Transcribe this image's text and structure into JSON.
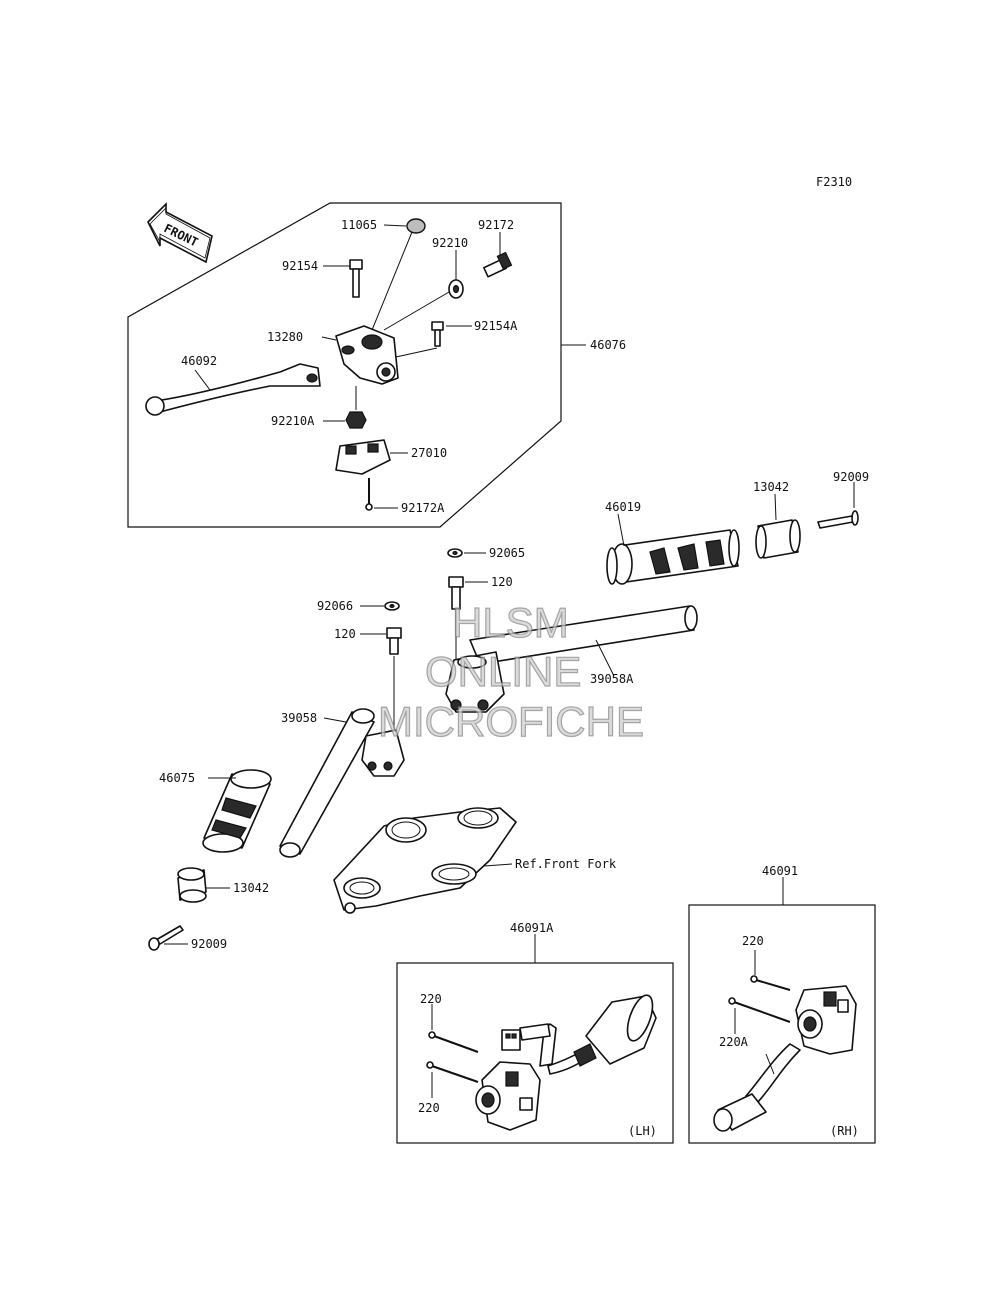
{
  "figure_code": "F2310",
  "front_arrow_text": "FRONT",
  "watermark": {
    "line1": "HLSM",
    "line2": "ONLINE",
    "line3": "MICROFICHE"
  },
  "callouts": {
    "p11065": "11065",
    "p92172": "92172",
    "p92210": "92210",
    "p92154": "92154",
    "p13280": "13280",
    "p92154A": "92154A",
    "p46076": "46076",
    "p46092": "46092",
    "p92210A": "92210A",
    "p27010": "27010",
    "p92172A": "92172A",
    "p46019": "46019",
    "p13042_r": "13042",
    "p92009_r": "92009",
    "p92065": "92065",
    "p120_top": "120",
    "p92066": "92066",
    "p120_left": "120",
    "p39058A": "39058A",
    "p39058": "39058",
    "p46075": "46075",
    "ref_front_fork": "Ref.Front Fork",
    "p13042_l": "13042",
    "p92009_l": "92009",
    "p46091": "46091",
    "p46091A": "46091A",
    "p220_lh_top": "220",
    "p220_lh_bottom": "220",
    "lh_tag": "(LH)",
    "p220_rh": "220",
    "p220A_rh": "220A",
    "rh_tag": "(RH)"
  }
}
